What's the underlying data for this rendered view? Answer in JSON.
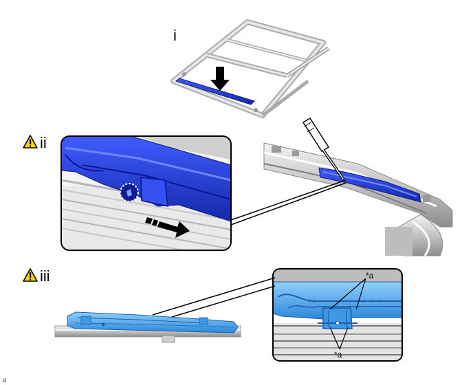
{
  "steps": [
    {
      "label": "i"
    },
    {
      "label": "ii",
      "warning_icon": "warning-triangle-icon"
    },
    {
      "label": "iii",
      "warning_icon": "warning-triangle-icon"
    }
  ],
  "callouts": {
    "top": "*a",
    "bottom": "*a"
  },
  "footer_code": "d",
  "colors": {
    "part_blue": "#1f3bd6",
    "highlight_blue": "#4aa8ee",
    "frame_gray": "#c8c8c8",
    "warning_yellow": "#ffd400"
  }
}
